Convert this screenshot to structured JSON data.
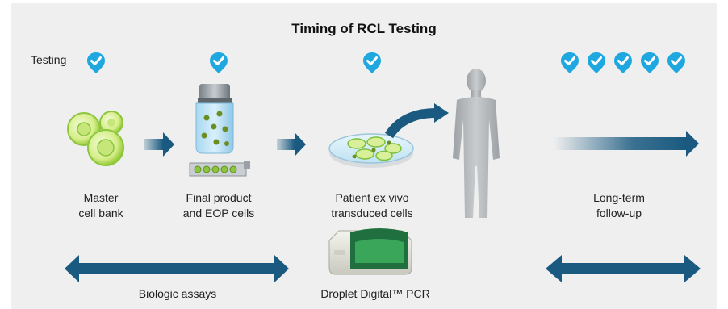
{
  "title": "Timing of RCL Testing",
  "testing_label": "Testing",
  "stages": [
    {
      "line1": "Master",
      "line2": "cell bank"
    },
    {
      "line1": "Final product",
      "line2": "and EOP cells"
    },
    {
      "line1": "Patient ex vivo",
      "line2": "transduced cells"
    },
    {
      "line1": "Long-term",
      "line2": "follow-up"
    }
  ],
  "bottom": {
    "biologic": "Biologic assays",
    "ddpcr": "Droplet Digital™ PCR"
  },
  "icons": {
    "check": "check-badge-icon",
    "arrow": "arrow-right-icon"
  },
  "colors": {
    "navy": "#1a5a80",
    "cyan": "#1fa8e0",
    "green": "#7cc13a",
    "panel": "#efefef"
  }
}
